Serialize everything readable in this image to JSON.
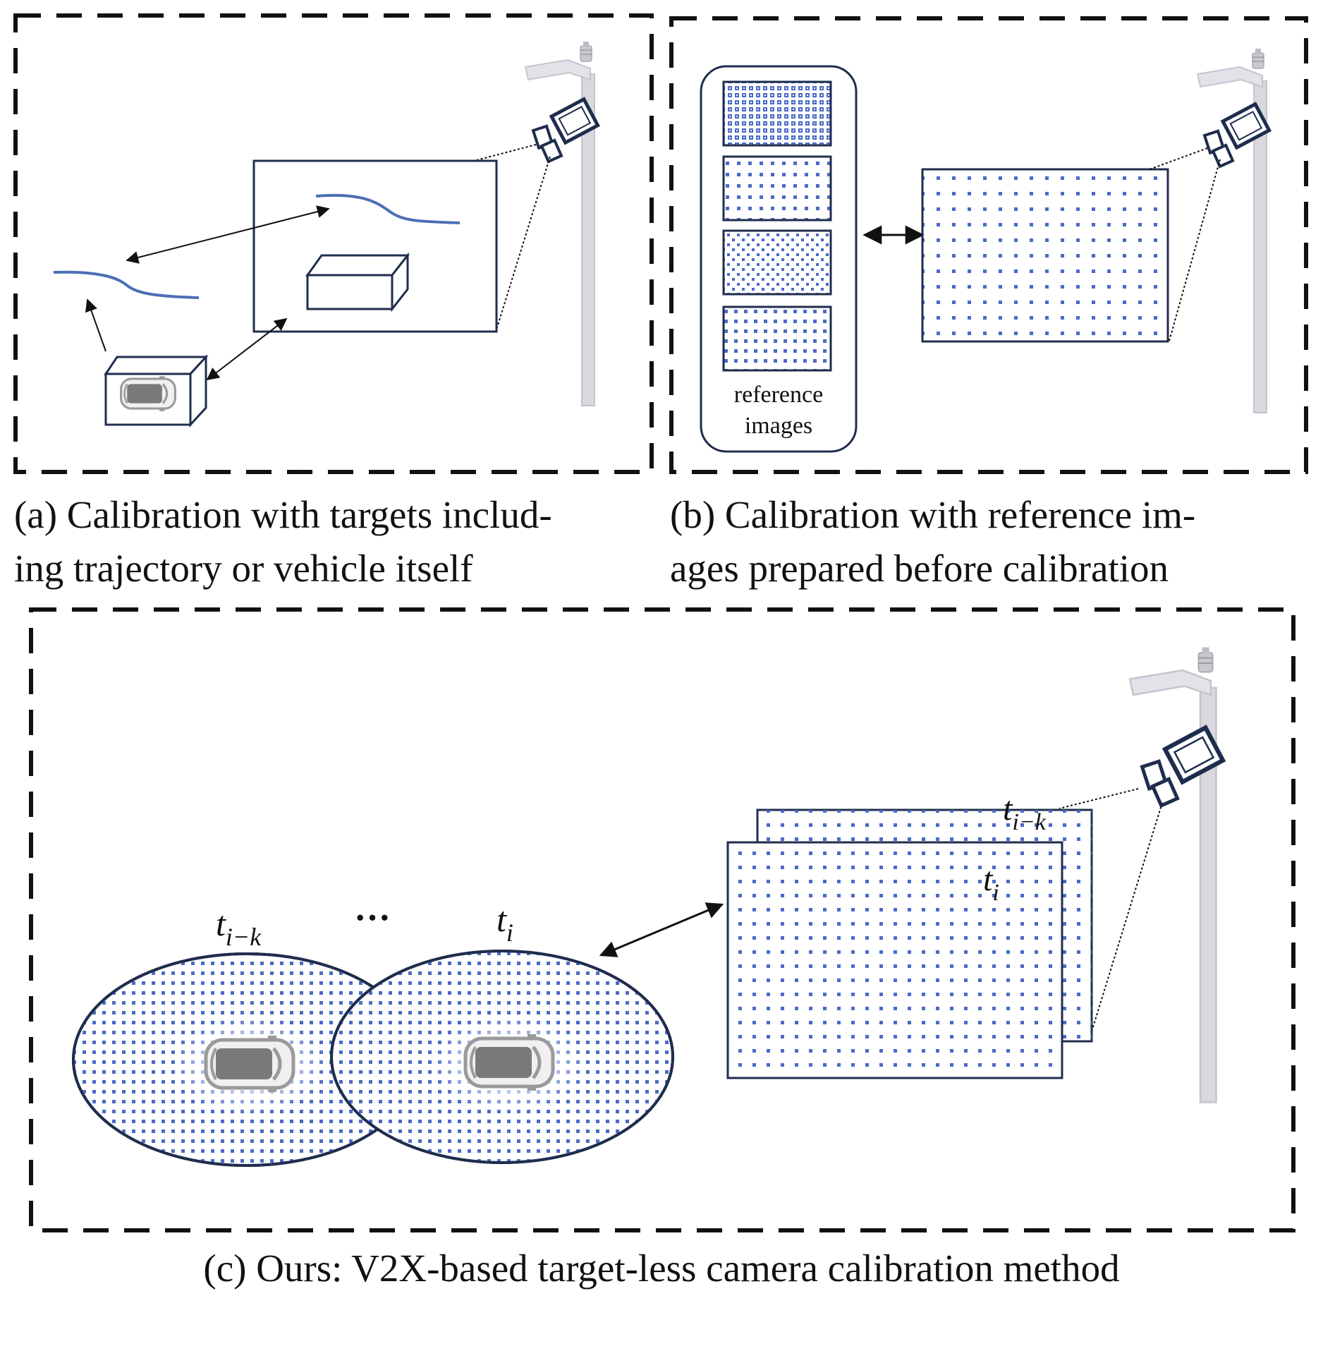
{
  "panel_a": {
    "caption_line1": "(a) Calibration with targets includ-",
    "caption_line2": "ing trajectory or vehicle itself"
  },
  "panel_b": {
    "reference_label_line1": "reference",
    "reference_label_line2": "images",
    "caption_line1": "(b) Calibration with reference im-",
    "caption_line2": "ages prepared before calibration"
  },
  "panel_c": {
    "label_t_base": "t",
    "label_sub_i_minus_k": "i−k",
    "label_sub_i": "i",
    "ellipsis": "···",
    "caption": "(c) Ours: V2X-based target-less camera calibration method"
  },
  "colors": {
    "frame": "#111111",
    "outline": "#1f2d4d",
    "trajectory": "#4a6fb5",
    "dots": "#4a6ac8",
    "pole": "#d8d8de",
    "car": "#808080"
  }
}
